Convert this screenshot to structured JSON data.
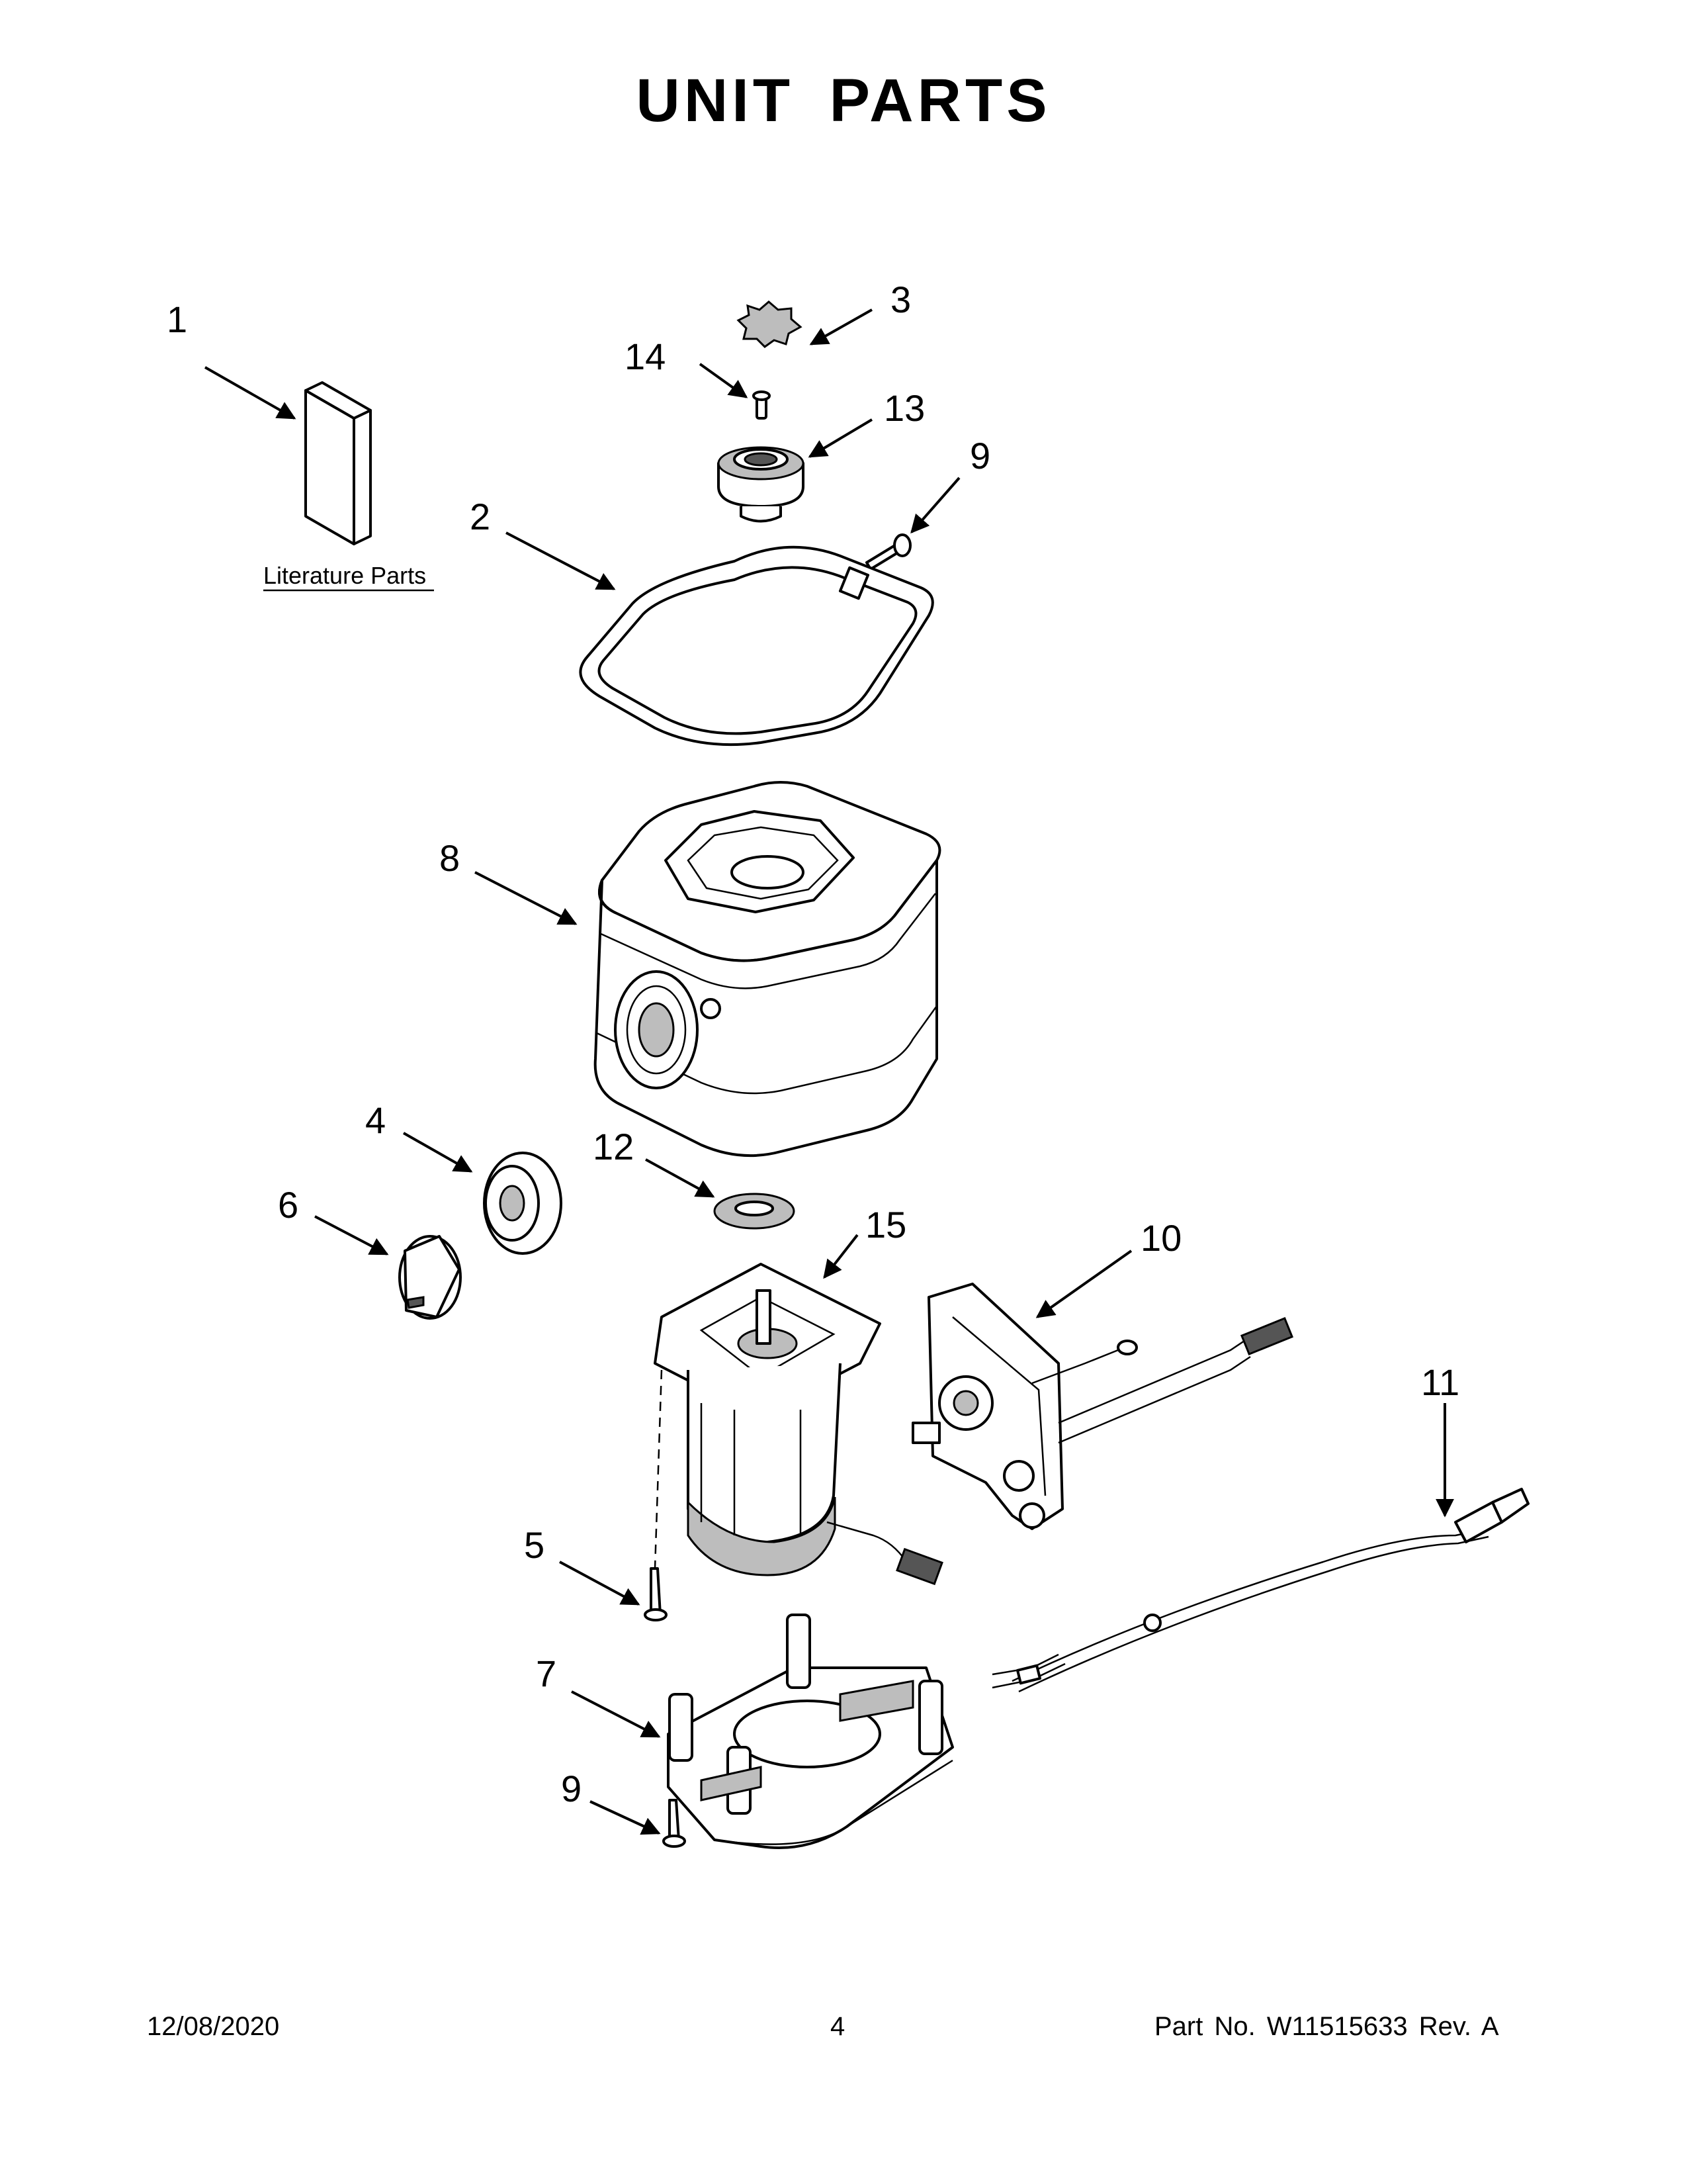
{
  "title": "UNIT PARTS",
  "literature_label": "Literature Parts",
  "callouts": {
    "c1": "1",
    "c2": "2",
    "c3": "3",
    "c4": "4",
    "c5": "5",
    "c6": "6",
    "c7": "7",
    "c8": "8",
    "c9a": "9",
    "c9b": "9",
    "c10": "10",
    "c11": "11",
    "c12": "12",
    "c13": "13",
    "c14": "14",
    "c15": "15"
  },
  "footer": {
    "date": "12/08/2020",
    "page": "4",
    "part_no": "Part No.  W11515633  Rev.  A"
  }
}
